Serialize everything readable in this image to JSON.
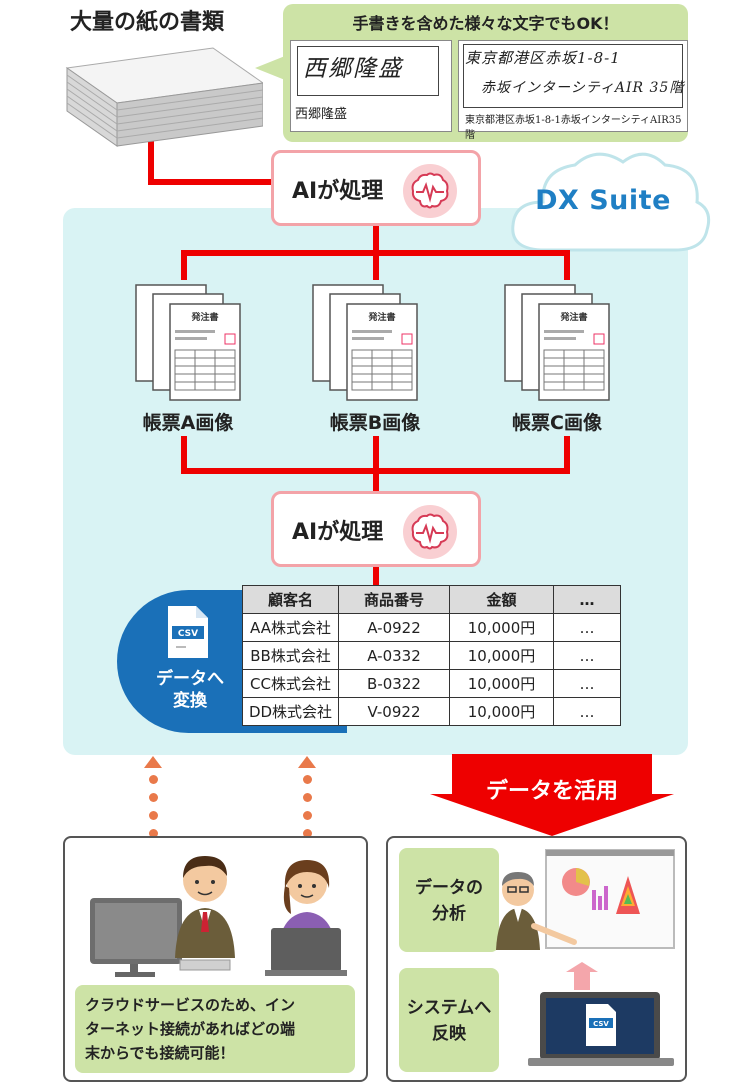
{
  "top": {
    "paper_title": "大量の紙の書類",
    "callout_title": "手書きを含めた様々な文字でもOK！",
    "hw1_handwritten": "西郷隆盛",
    "hw1_typed": "西郷隆盛",
    "hw2_handwritten_line1": "東京都港区赤坂1-8-1",
    "hw2_handwritten_line2": "赤坂インターシティAIR 35階",
    "hw2_typed": "東京都港区赤坂1-8-1赤坂インターシティAIR35階"
  },
  "brand": {
    "name": "DX Suite",
    "color": "#1f7fc4"
  },
  "ai": {
    "label1": "AIが処理",
    "label2": "AIが処理"
  },
  "forms": {
    "doc_title": "発注書",
    "labels": [
      "帳票A画像",
      "帳票B画像",
      "帳票C画像"
    ]
  },
  "csv": {
    "icon_label": "CSV",
    "title_line1": "データへ",
    "title_line2": "変換"
  },
  "table": {
    "headers": [
      "顧客名",
      "商品番号",
      "金額",
      "…"
    ],
    "rows": [
      [
        "AA株式会社",
        "A-0922",
        "10,000円",
        "…"
      ],
      [
        "BB株式会社",
        "A-0332",
        "10,000円",
        "…"
      ],
      [
        "CC株式会社",
        "B-0322",
        "10,000円",
        "…"
      ],
      [
        "DD株式会社",
        "V-0922",
        "10,000円",
        "…"
      ]
    ]
  },
  "use": {
    "label": "データを活用"
  },
  "bottom_left": {
    "msg_line1": "クラウドサービスのため、イン",
    "msg_line2": "ターネット接続があればどの端",
    "msg_line3": "末からでも接続可能！"
  },
  "bottom_right": {
    "analysis_line1": "データの",
    "analysis_line2": "分析",
    "system_line1": "システムへ",
    "system_line2": "反映",
    "csv_icon_label": "CSV"
  },
  "colors": {
    "line_red": "#ee0000",
    "area_cyan": "#d9f3f4",
    "callout_green": "#cde3a6",
    "csv_blue": "#1a70b8",
    "dotted_orange": "#e9794a",
    "ai_border_pink": "#f3a3a8"
  }
}
